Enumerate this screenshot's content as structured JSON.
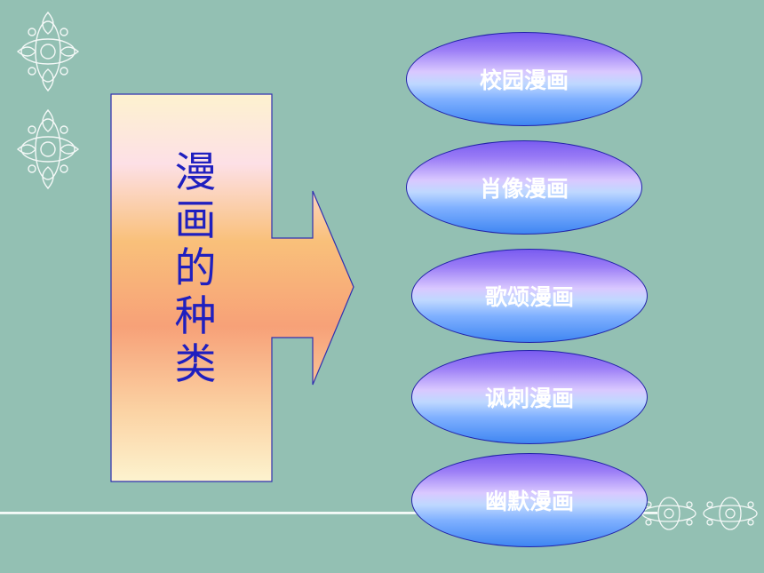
{
  "slide": {
    "main_label": "漫\n画\n的\n种\n类",
    "categories": [
      {
        "label": "校园漫画"
      },
      {
        "label": "肖像漫画"
      },
      {
        "label": "歌颂漫画"
      },
      {
        "label": "讽刺漫画"
      },
      {
        "label": "幽默漫画"
      }
    ],
    "colors": {
      "background": "#93c0b3",
      "title_text": "#1f1fbf",
      "oval_border": "#2222a8",
      "oval_text": "#ffffff"
    },
    "decorations": [
      "lace-ornament-icon",
      "lace-ornament-icon",
      "lace-ornament-icon",
      "lace-ornament-icon"
    ]
  }
}
